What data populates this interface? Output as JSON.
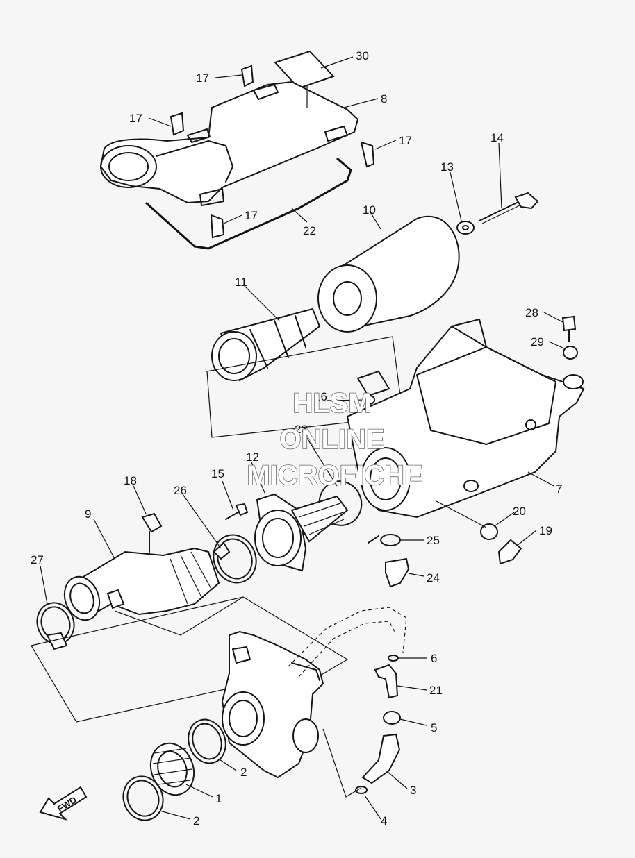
{
  "watermark": {
    "line1": "HLSM",
    "line2": "ONLINE",
    "line3": "MICROFICHE"
  },
  "direction_marker": {
    "label": "FWD"
  },
  "callouts": [
    {
      "id": "c30",
      "label": "30"
    },
    {
      "id": "c8",
      "label": "8"
    },
    {
      "id": "c17a",
      "label": "17"
    },
    {
      "id": "c17b",
      "label": "17"
    },
    {
      "id": "c17c",
      "label": "17"
    },
    {
      "id": "c17d",
      "label": "17"
    },
    {
      "id": "c14",
      "label": "14"
    },
    {
      "id": "c13",
      "label": "13"
    },
    {
      "id": "c10",
      "label": "10"
    },
    {
      "id": "c22",
      "label": "22"
    },
    {
      "id": "c11",
      "label": "11"
    },
    {
      "id": "c28",
      "label": "28"
    },
    {
      "id": "c29",
      "label": "29"
    },
    {
      "id": "c16",
      "label": "16"
    },
    {
      "id": "c23",
      "label": "23"
    },
    {
      "id": "c12",
      "label": "12"
    },
    {
      "id": "c15",
      "label": "15"
    },
    {
      "id": "c7",
      "label": "7"
    },
    {
      "id": "c18",
      "label": "18"
    },
    {
      "id": "c26",
      "label": "26"
    },
    {
      "id": "c9",
      "label": "9"
    },
    {
      "id": "c20",
      "label": "20"
    },
    {
      "id": "c19",
      "label": "19"
    },
    {
      "id": "c25",
      "label": "25"
    },
    {
      "id": "c27",
      "label": "27"
    },
    {
      "id": "c24",
      "label": "24"
    },
    {
      "id": "c6",
      "label": "6"
    },
    {
      "id": "c21",
      "label": "21"
    },
    {
      "id": "c5",
      "label": "5"
    },
    {
      "id": "c2a",
      "label": "2"
    },
    {
      "id": "c1",
      "label": "1"
    },
    {
      "id": "c3",
      "label": "3"
    },
    {
      "id": "c2b",
      "label": "2"
    },
    {
      "id": "c4",
      "label": "4"
    }
  ]
}
